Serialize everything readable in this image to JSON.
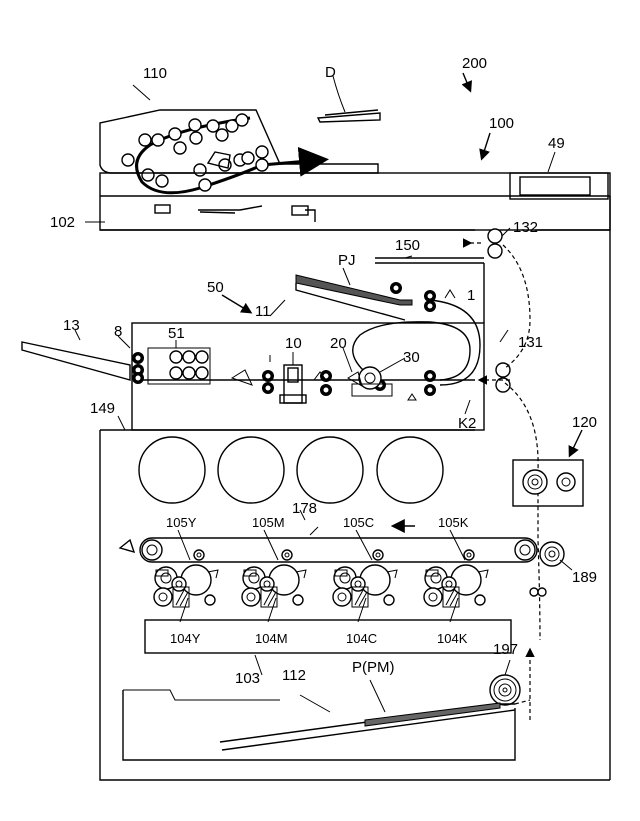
{
  "labels": {
    "l200": "200",
    "l110": "110",
    "lD": "D",
    "l100": "100",
    "l49": "49",
    "l102": "102",
    "l150": "150",
    "l132": "132",
    "lPJ": "PJ",
    "l50": "50",
    "l11": "11",
    "l1": "1",
    "l13": "13",
    "l8": "8",
    "l51": "51",
    "l10": "10",
    "l20": "20",
    "l30": "30",
    "l131": "131",
    "l149": "149",
    "lK2": "K2",
    "l120": "120",
    "l178": "178",
    "l105Y": "105Y",
    "l105M": "105M",
    "l105C": "105C",
    "l105K": "105K",
    "l189": "189",
    "l104Y": "104Y",
    "l104M": "104M",
    "l104C": "104C",
    "l104K": "104K",
    "l103": "103",
    "l112": "112",
    "lPPM": "P(PM)",
    "l197": "197"
  }
}
